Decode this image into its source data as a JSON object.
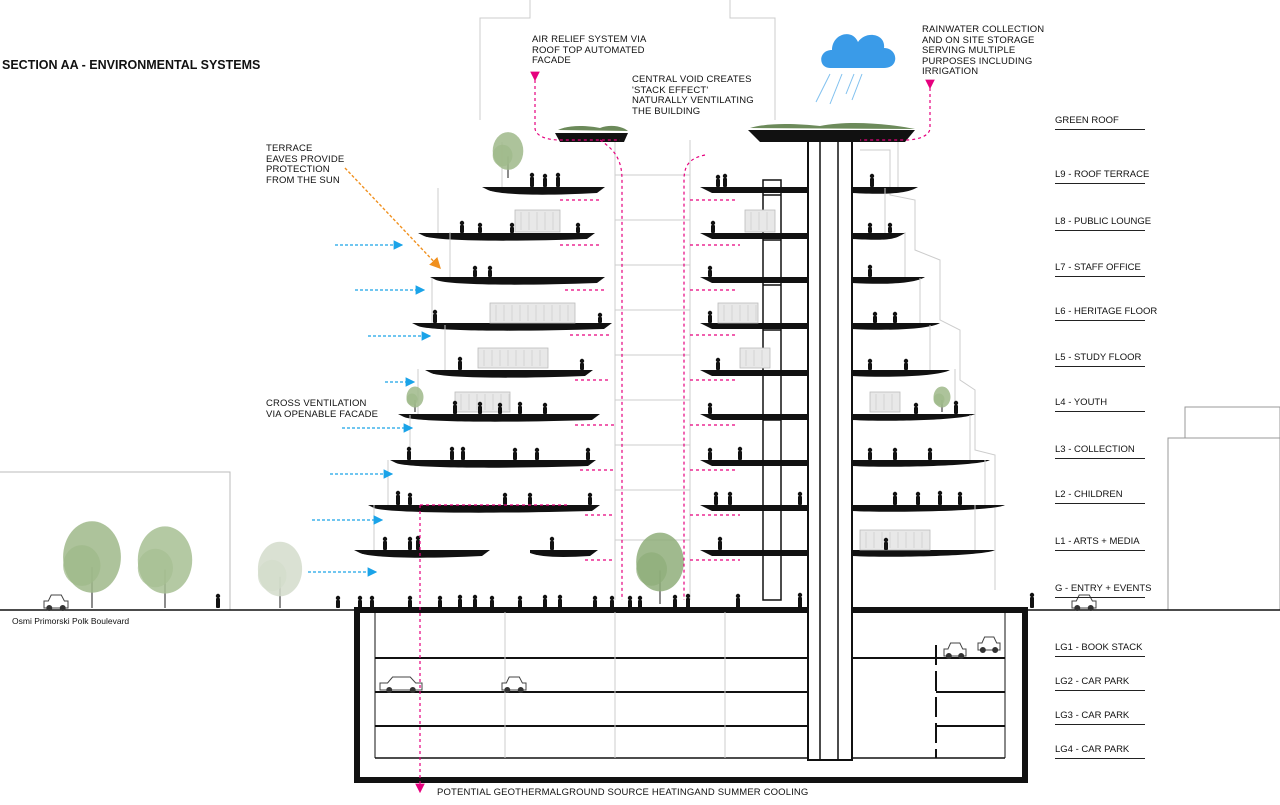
{
  "title": "SECTION AA - ENVIRONMENTAL SYSTEMS",
  "annotations": {
    "air_relief": "AIR RELIEF SYSTEM VIA\nROOF TOP AUTOMATED\nFACADE",
    "central_void": "CENTRAL VOID CREATES\n'STACK EFFECT'\nNATURALLY VENTILATING\nTHE BUILDING",
    "rainwater": "RAINWATER COLLECTION\nAND ON SITE STORAGE\nSERVING MULTIPLE\nPURPOSES INCLUDING\nIRRIGATION",
    "terrace": "TERRACE\nEAVES PROVIDE\nPROTECTION\nFROM THE SUN",
    "cross_vent": "CROSS VENTILATION\nVIA OPENABLE FACADE",
    "geothermal": "POTENTIAL GEOTHERMALGROUND SOURCE HEATINGAND SUMMER COOLING",
    "street": "Osmi Primorski Polk Boulevard"
  },
  "levels": [
    "GREEN ROOF",
    "L9 - ROOF TERRACE",
    "L8 - PUBLIC LOUNGE",
    "L7 - STAFF OFFICE",
    "L6 - HERITAGE FLOOR",
    "L5 - STUDY FLOOR",
    "L4 - YOUTH",
    "L3 - COLLECTION",
    "L2 - CHILDREN",
    "L1 - ARTS + MEDIA",
    "G - ENTRY + EVENTS",
    "LG1 - BOOK STACK",
    "LG2 - CAR PARK",
    "LG3 - CAR PARK",
    "LG4 - CAR PARK"
  ],
  "colors": {
    "ventilation_arrow": "#1aa3e8",
    "air_flow": "#e6007e",
    "sun_arrow": "#f0901e",
    "cloud": "#3a9be8",
    "structure": "#111111"
  },
  "icons": [
    "rain-cloud-icon",
    "tree-icon",
    "car-icon",
    "person-icon"
  ]
}
